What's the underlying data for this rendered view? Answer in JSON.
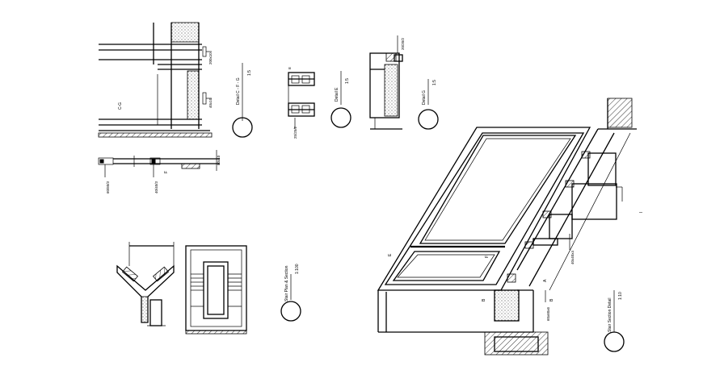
{
  "labels": {
    "detail_a": "Detail C - F - G",
    "detail_a_scale": "1:5",
    "detail_b": "Detail E",
    "detail_b_scale": "1:5",
    "detail_c": "Detail G",
    "detail_c_scale": "1:5",
    "plan_section": "Stair Plan & Section",
    "plan_section_scale": "1:100",
    "stair_section": "Stair Section Detail",
    "stair_section_scale": "1:10",
    "dim_c_g": "C-G",
    "dim_f": "F",
    "dim_e": "E",
    "dim_a": "A",
    "dim_b": "B",
    "dim_b2": "B",
    "dim_i": "I",
    "tag_1": "25/25/2",
    "tag_2": "60/60/3",
    "tag_3": "40/40/3",
    "tag_4": "40x10",
    "tag_5": "20/20/2",
    "tag_6": "80x10",
    "tag_7": "200x10",
    "tag_8": "40x40x4",
    "tag_9": "60x60x6"
  }
}
